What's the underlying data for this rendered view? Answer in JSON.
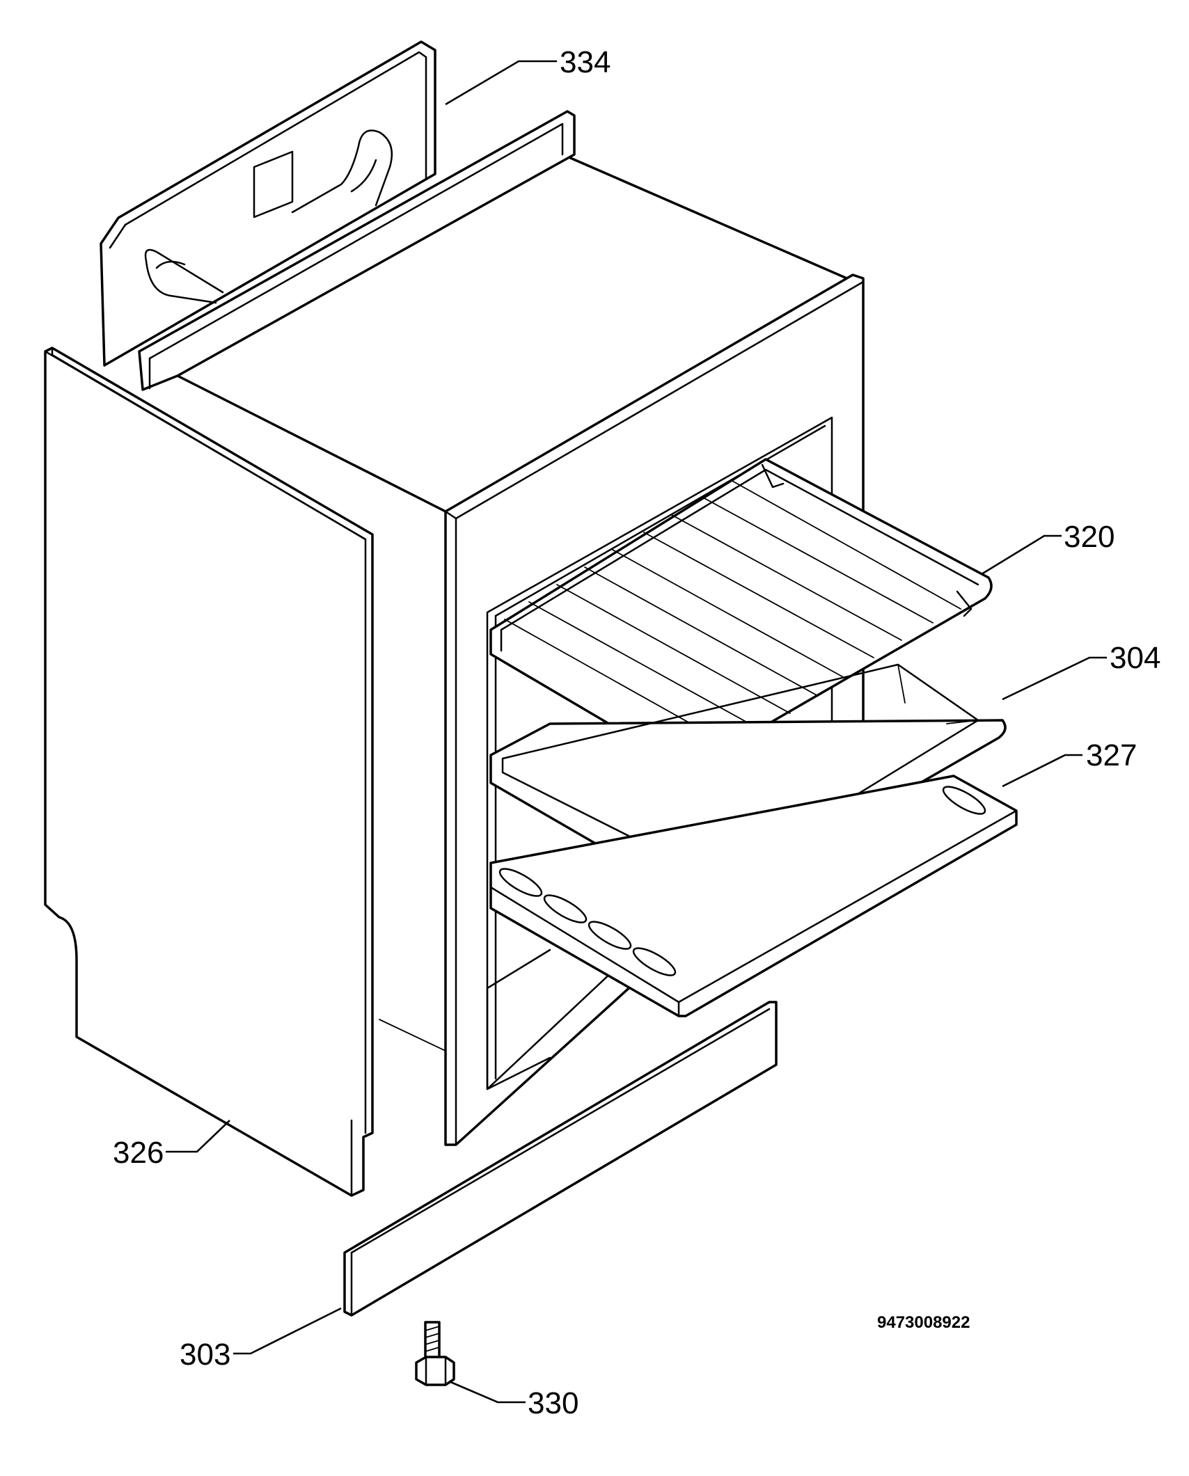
{
  "diagram": {
    "drawing_number": "9473008922",
    "callouts": [
      {
        "id": "334",
        "label": "334"
      },
      {
        "id": "320",
        "label": "320"
      },
      {
        "id": "304",
        "label": "304"
      },
      {
        "id": "327",
        "label": "327"
      },
      {
        "id": "326",
        "label": "326"
      },
      {
        "id": "303",
        "label": "303"
      },
      {
        "id": "330",
        "label": "330"
      }
    ],
    "colors": {
      "line": "#000000",
      "background": "#ffffff"
    }
  }
}
